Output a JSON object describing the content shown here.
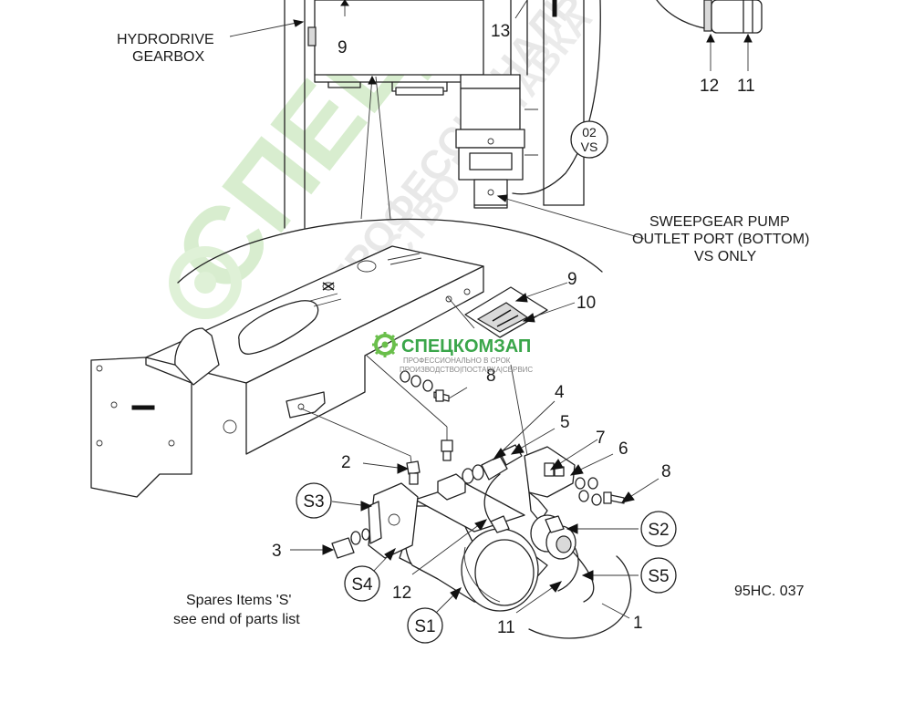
{
  "labels": {
    "hydrodrive_line1": "HYDRODRIVE",
    "hydrodrive_line2": "GEARBOX",
    "sweepgear_line1": "SWEEPGEAR PUMP",
    "sweepgear_line2": "OUTLET PORT (BOTTOM)",
    "sweepgear_line3": "VS ONLY",
    "spares_line1": "Spares Items 'S'",
    "spares_line2": "see end of parts list",
    "drawing_ref": "95HC. 037"
  },
  "top_callouts": {
    "c9": "9",
    "c13": "13",
    "c12": "12",
    "c11": "11",
    "vs_top": "02",
    "vs_bottom": "VS"
  },
  "callouts": {
    "c9": "9",
    "c10": "10",
    "c8_hidden": "8",
    "c4": "4",
    "c5": "5",
    "c7": "7",
    "c6": "6",
    "c8": "8",
    "c2": "2",
    "c3": "3",
    "c12": "12",
    "c11": "11",
    "c1": "1"
  },
  "spares": {
    "s1": "S1",
    "s2": "S2",
    "s3": "S3",
    "s4": "S4",
    "s5": "S5"
  },
  "watermark": {
    "brand": "СПЕЦКОМЗАП",
    "tagline1": "ПРОФЕССИОНАЛЬНО В СРОК",
    "tagline2": "ПРОИЗВОДСТВО|ПОСТАВКА|СЕРВИС",
    "diag_big": "СПЕЦ",
    "diag_line1": "ПРОФЕССИОНАЛЬНО",
    "diag_line2": "ПРОИЗВОДСТВО ПОСТАВКА",
    "color_green": "#6abf4b",
    "color_grey": "#c8c8c8"
  }
}
